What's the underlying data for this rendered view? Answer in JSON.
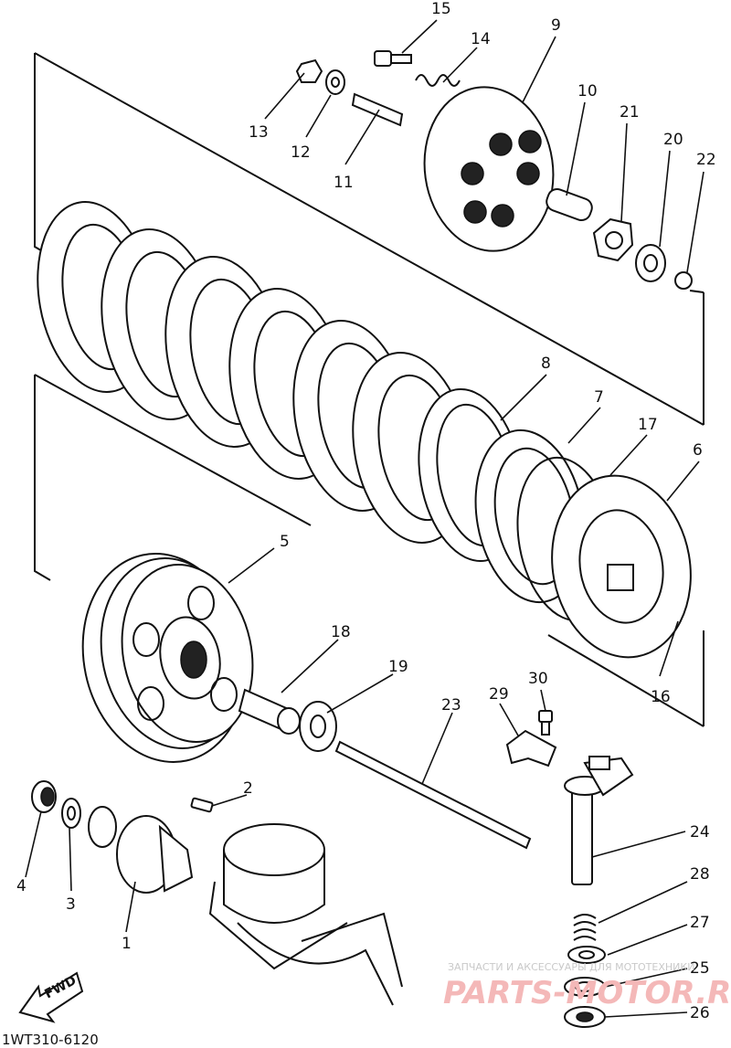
{
  "callouts": {
    "p1": "1",
    "p2": "2",
    "p3": "3",
    "p4": "4",
    "p5": "5",
    "p6": "6",
    "p7": "7",
    "p8": "8",
    "p9": "9",
    "p10": "10",
    "p11": "11",
    "p12": "12",
    "p13": "13",
    "p14": "14",
    "p15": "15",
    "p16": "16",
    "p17": "17",
    "p18": "18",
    "p19": "19",
    "p20": "20",
    "p21": "21",
    "p22": "22",
    "p23": "23",
    "p24": "24",
    "p25": "25",
    "p26": "26",
    "p27": "27",
    "p28": "28",
    "p29": "29",
    "p30": "30"
  },
  "fwd_label": "FWD",
  "diagram_code": "1WT310-6120",
  "watermark": {
    "line1": "ЗАПЧАСТИ И АКСЕССУАРЫ ДЛЯ МОТОТЕХНИКИ",
    "line2": "PARTS-MOTOR.RU"
  }
}
